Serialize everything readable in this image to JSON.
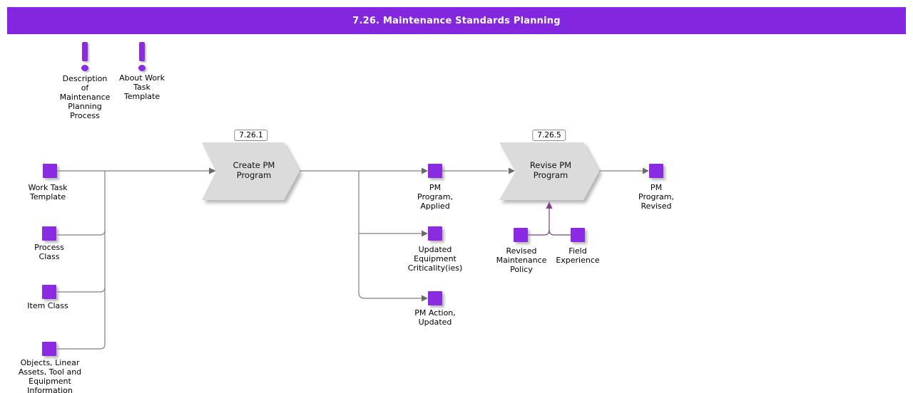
{
  "header": {
    "title": "7.26. Maintenance Standards Planning"
  },
  "annotations": [
    {
      "id": "description-of-maintenance-planning-process",
      "label": "Description\nof\nMaintenance\nPlanning\nProcess"
    },
    {
      "id": "about-work-task-template",
      "label": "About Work\nTask\nTemplate"
    }
  ],
  "processes": [
    {
      "tag": "7.26.1",
      "label": "Create PM\nProgram"
    },
    {
      "tag": "7.26.5",
      "label": "Revise PM\nProgram"
    }
  ],
  "artifacts": [
    {
      "id": "work-task-template",
      "label": "Work Task\nTemplate"
    },
    {
      "id": "process-class",
      "label": "Process\nClass"
    },
    {
      "id": "item-class",
      "label": "Item Class"
    },
    {
      "id": "objects-linear-assets-tool-and-equipment-information",
      "label": "Objects, Linear\nAssets, Tool and\nEquipment\nInformation"
    },
    {
      "id": "pm-program-applied",
      "label": "PM\nProgram,\nApplied"
    },
    {
      "id": "updated-equipment-criticality",
      "label": "Updated\nEquipment\nCriticality(ies)"
    },
    {
      "id": "pm-action-updated",
      "label": "PM Action,\nUpdated"
    },
    {
      "id": "revised-maintenance-policy",
      "label": "Revised\nMaintenance\nPolicy"
    },
    {
      "id": "field-experience",
      "label": "Field\nExperience"
    },
    {
      "id": "pm-program-revised",
      "label": "PM\nProgram,\nRevised"
    }
  ],
  "colors": {
    "header_bg": "#8226E0",
    "artifact_purple": "#8A2BE2",
    "process_gray": "#DBDBDB",
    "line_gray": "#808080",
    "feedback_purple": "#833A8C"
  }
}
